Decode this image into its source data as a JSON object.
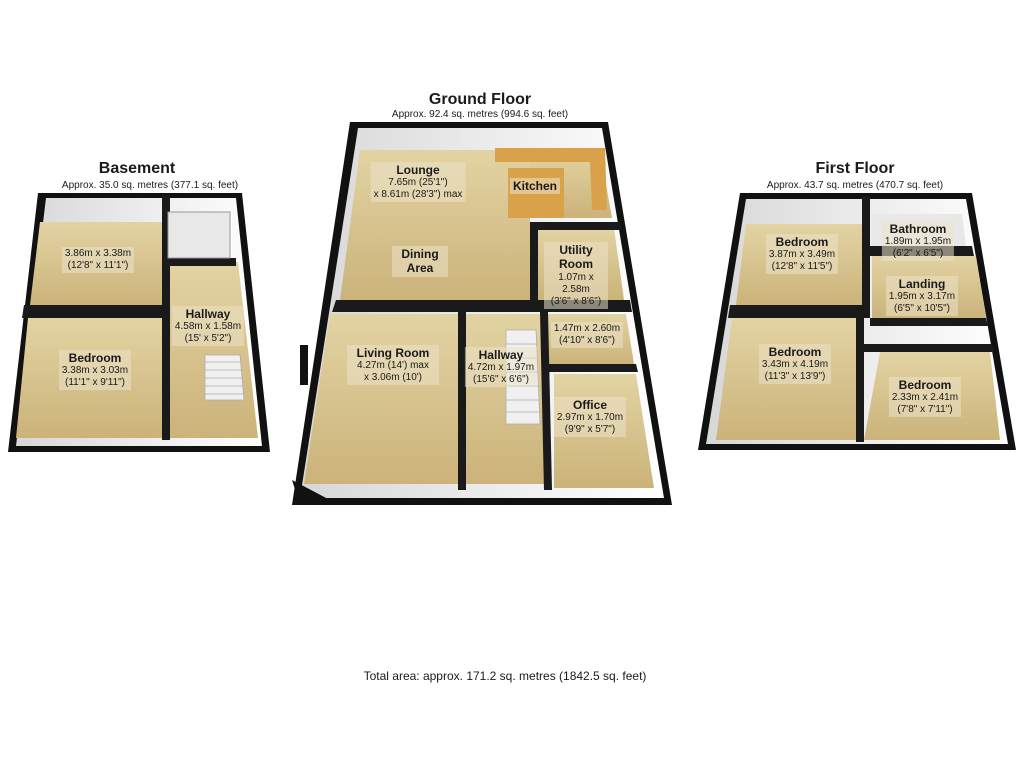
{
  "floors": {
    "basement": {
      "title": "Basement",
      "area": "Approx. 35.0 sq. metres (377.1 sq. feet)",
      "rooms": [
        {
          "name": "",
          "dims": "3.86m x 3.38m",
          "imperial": "(12'8\" x 11'1\")"
        },
        {
          "name": "Hallway",
          "dims": "4.58m x 1.58m",
          "imperial": "(15' x 5'2\")"
        },
        {
          "name": "Bedroom",
          "dims": "3.38m x 3.03m",
          "imperial": "(11'1\" x 9'11\")"
        }
      ]
    },
    "ground": {
      "title": "Ground Floor",
      "area": "Approx. 92.4 sq. metres (994.6 sq. feet)",
      "rooms": [
        {
          "name": "Lounge",
          "dims": "7.65m (25'1\")",
          "imperial": "x 8.61m (28'3\") max"
        },
        {
          "name": "Kitchen",
          "dims": "",
          "imperial": ""
        },
        {
          "name": "Dining Area",
          "dims": "",
          "imperial": ""
        },
        {
          "name": "Utility Room",
          "dims": "1.07m x 2.58m",
          "imperial": "(3'6\" x 8'6\")"
        },
        {
          "name": "",
          "dims": "1.47m x 2.60m",
          "imperial": "(4'10\" x 8'6\")"
        },
        {
          "name": "Living Room",
          "dims": "4.27m (14') max",
          "imperial": "x 3.06m (10')"
        },
        {
          "name": "Hallway",
          "dims": "4.72m x 1.97m",
          "imperial": "(15'6\" x 6'6\")"
        },
        {
          "name": "Office",
          "dims": "2.97m x 1.70m",
          "imperial": "(9'9\" x 5'7\")"
        }
      ]
    },
    "first": {
      "title": "First Floor",
      "area": "Approx. 43.7 sq. metres (470.7 sq. feet)",
      "rooms": [
        {
          "name": "Bedroom",
          "dims": "3.87m x 3.49m",
          "imperial": "(12'8\" x 11'5\")"
        },
        {
          "name": "Bathroom",
          "dims": "1.89m x 1.95m",
          "imperial": "(6'2\" x 6'5\")"
        },
        {
          "name": "Landing",
          "dims": "1.95m x 3.17m",
          "imperial": "(6'5\" x 10'5\")"
        },
        {
          "name": "Bedroom",
          "dims": "3.43m x 4.19m",
          "imperial": "(11'3\" x 13'9\")"
        },
        {
          "name": "Bedroom",
          "dims": "2.33m x 2.41m",
          "imperial": "(7'8\" x 7'11\")"
        }
      ]
    }
  },
  "total_area": "Total area: approx. 171.2 sq. metres (1842.5 sq. feet)",
  "colors": {
    "floor": "#d9c48e",
    "wall_inner": "#ffffff",
    "wall_edge": "#1a1a1a",
    "kitchen_counter": "#d9a24a"
  }
}
